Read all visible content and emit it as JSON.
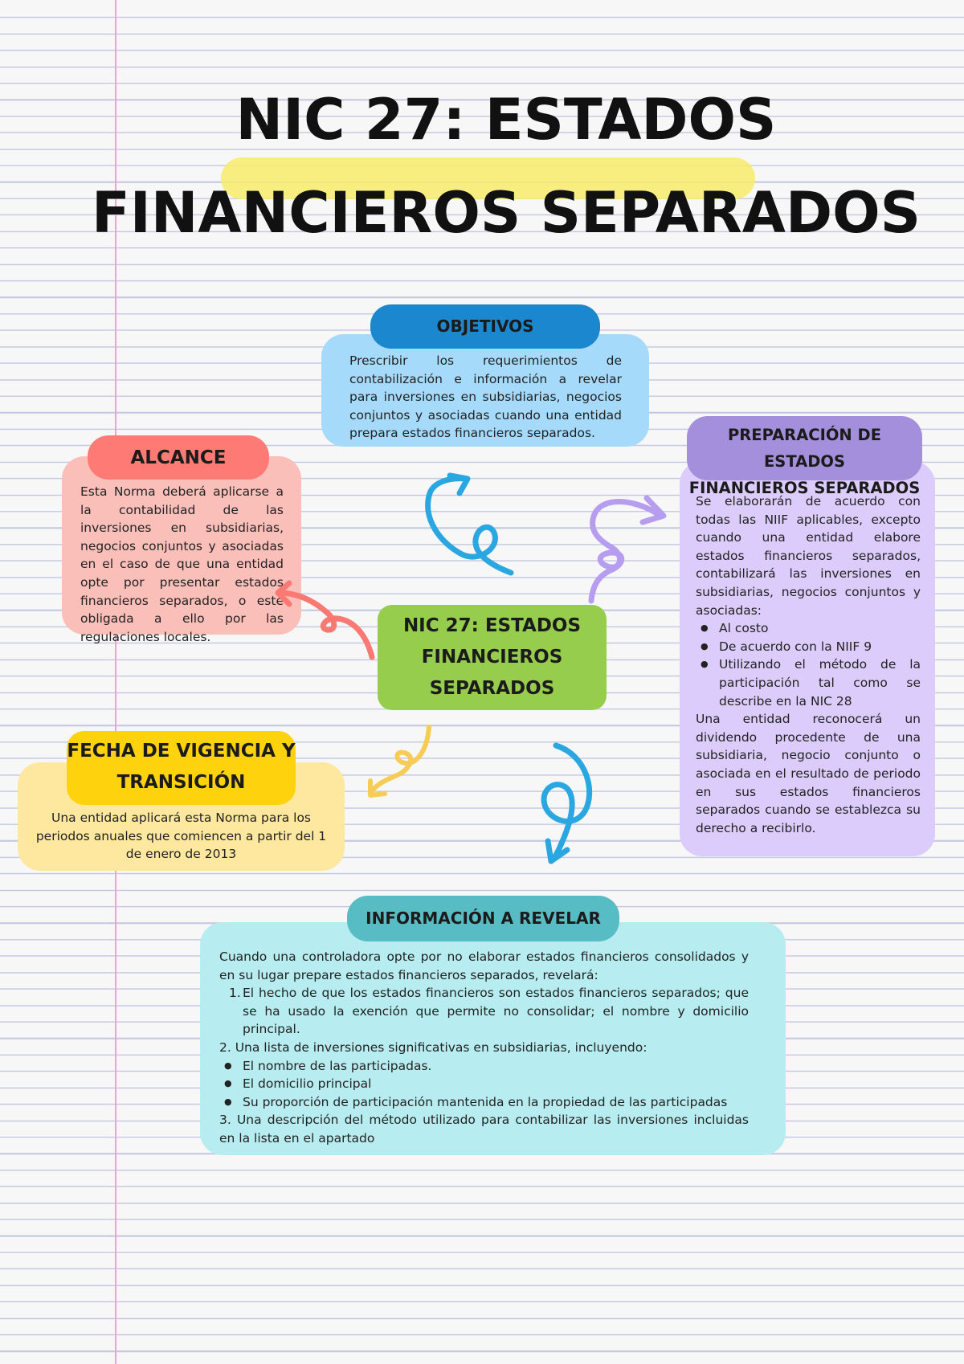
{
  "title": {
    "line1": "NIC 27: ESTADOS",
    "line2": "FINANCIEROS SEPARADOS"
  },
  "center": {
    "line1": "NIC 27:  ESTADOS",
    "line2": "FINANCIEROS",
    "line3": "SEPARADOS"
  },
  "objetivos": {
    "label": "OBJETIVOS",
    "text": "Prescribir los requerimientos de contabilización e información a revelar para inversiones en subsidiarias, negocios conjuntos y asociadas cuando una entidad prepara estados financieros separados."
  },
  "alcance": {
    "label": "ALCANCE",
    "text": "Esta Norma deberá aplicarse a la contabilidad de las inversiones en subsidiarias, negocios conjuntos y asociadas en el caso de que una entidad opte por presentar estados financieros separados, o este obligada a ello por las regulaciones locales."
  },
  "preparacion": {
    "label_line1": "PREPARACIÓN DE ESTADOS",
    "label_line2": "FINANCIEROS SEPARADOS",
    "intro": "Se elaborarán de acuerdo con todas las NIIF aplicables, excepto cuando una entidad elabore estados financieros separados, contabilizará las inversiones en subsidiarias, negocios conjuntos y asociadas:",
    "bullets": [
      "Al costo",
      "De acuerdo con la NIIF 9",
      "Utilizando el método de la participación tal como se describe en la NIC 28"
    ],
    "outro": "Una entidad reconocerá un dividendo procedente de una subsidiaria, negocio conjunto o asociada en el resultado de periodo en sus estados financieros separados cuando se establezca su derecho a recibirlo."
  },
  "vigencia": {
    "label_line1": "FECHA DE VIGENCIA Y",
    "label_line2": "TRANSICIÓN",
    "text": "Una entidad aplicará esta Norma para los periodos anuales que comiencen a partir del 1 de enero de 2013"
  },
  "revelar": {
    "label": "INFORMACIÓN A REVELAR",
    "intro": "Cuando una controladora opte por no elaborar estados financieros consolidados y en su lugar prepare estados financieros separados, revelará:",
    "item1": "El hecho de que los estados financieros son estados financieros separados; que se ha usado la exención que permite no consolidar; el nombre y domicilio principal.",
    "item2": "2. Una lista de inversiones significativas en subsidiarias, incluyendo:",
    "bullets": [
      "El nombre de las participadas.",
      "El domicilio principal",
      "Su proporción de participación mantenida en la propiedad de las participadas"
    ],
    "item3": "3. Una descripción del método utilizado para contabilizar las inversiones incluidas en la lista en el apartado"
  },
  "colors": {
    "objetivos_label": "#1a87cf",
    "objetivos_box": "#a5dafb",
    "alcance_label": "#fd7b74",
    "alcance_box": "#fbbfba",
    "prep_label": "#a38fdc",
    "prep_box": "#dcccfb",
    "center": "#96cd4c",
    "vigencia_label": "#ffd20e",
    "vigencia_box": "#fee79f",
    "revelar_label": "#58bcc5",
    "revelar_box": "#b7ecf0",
    "highlight": "#f7ec6a",
    "margin_line": "#e4a7d3"
  }
}
